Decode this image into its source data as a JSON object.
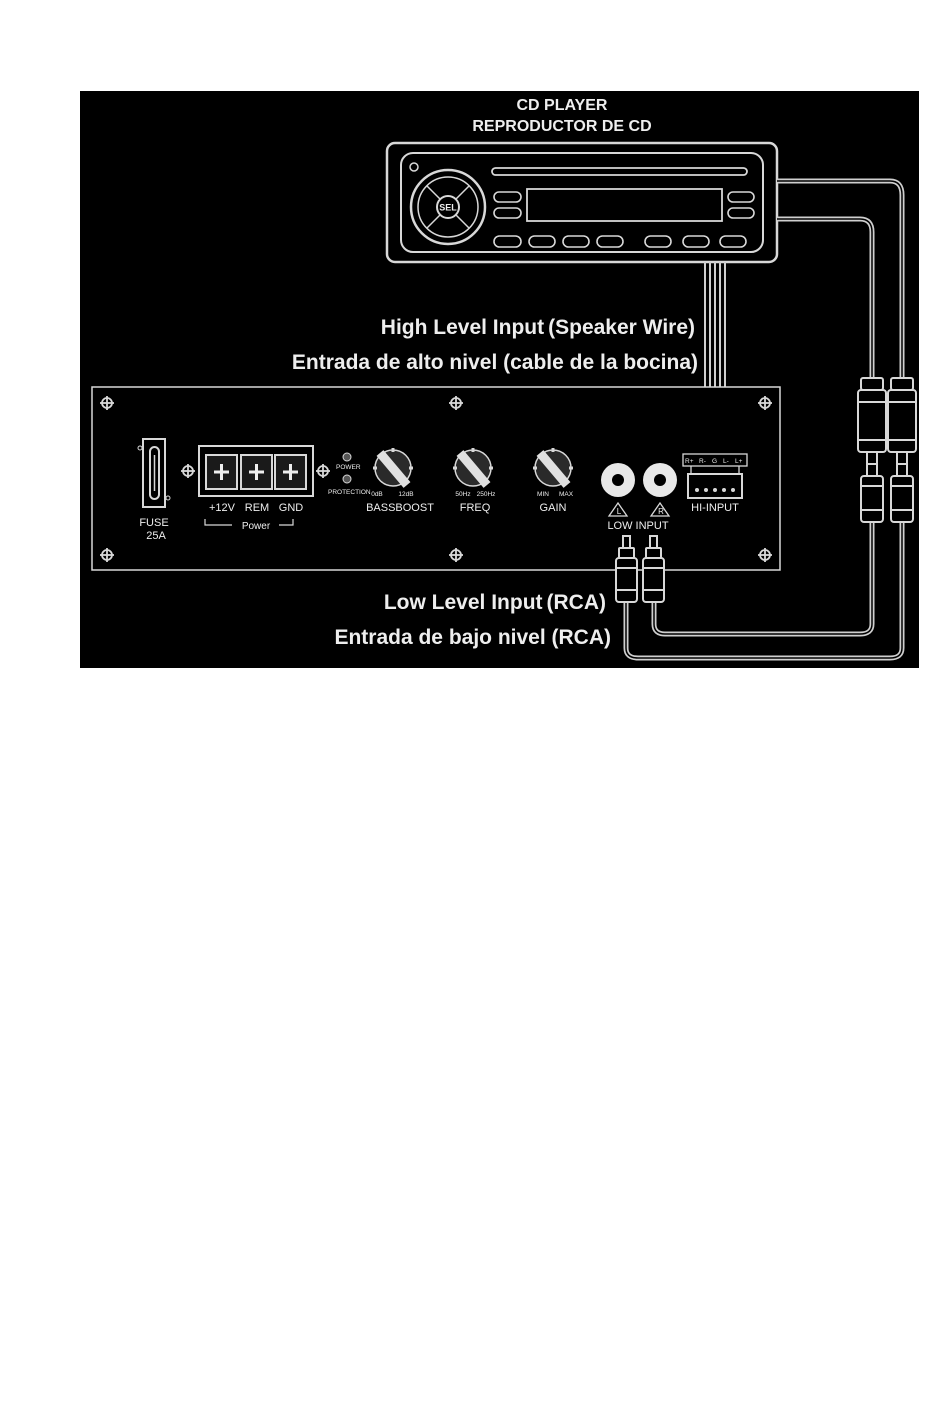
{
  "player": {
    "title_en": "CD PLAYER",
    "title_es": "REPRODUCTOR DE CD",
    "sel_label": "SEL"
  },
  "high_level": {
    "en_main": "High Level Input",
    "en_paren": "(Speaker Wire)",
    "es": "Entrada de alto nivel (cable de la bocina)"
  },
  "low_level": {
    "en_main": "Low Level Input",
    "en_paren": "(RCA)",
    "es": "Entrada de bajo nivel (RCA)"
  },
  "amp": {
    "fuse_label": "FUSE",
    "fuse_rating": "25A",
    "terminals": [
      "+12V",
      "REM",
      "GND"
    ],
    "power_group": "Power",
    "led_power": "POWER",
    "led_protection": "PROTECTION",
    "knobs": [
      {
        "label": "BASSBOOST",
        "min": "0dB",
        "max": "12dB"
      },
      {
        "label": "FREQ",
        "min": "50Hz",
        "max": "250Hz"
      },
      {
        "label": "GAIN",
        "min": "MIN",
        "max": "MAX"
      }
    ],
    "low_input_label": "LOW INPUT",
    "rca_left": "L",
    "rca_right": "R",
    "hi_input_label": "HI-INPUT",
    "hi_pins": [
      "R+",
      "R-",
      "G",
      "L-",
      "L+"
    ]
  },
  "colors": {
    "background": "#000000",
    "line": "#d8d8d8",
    "cable": "#cfcfcf",
    "text": "#eeeeee"
  }
}
